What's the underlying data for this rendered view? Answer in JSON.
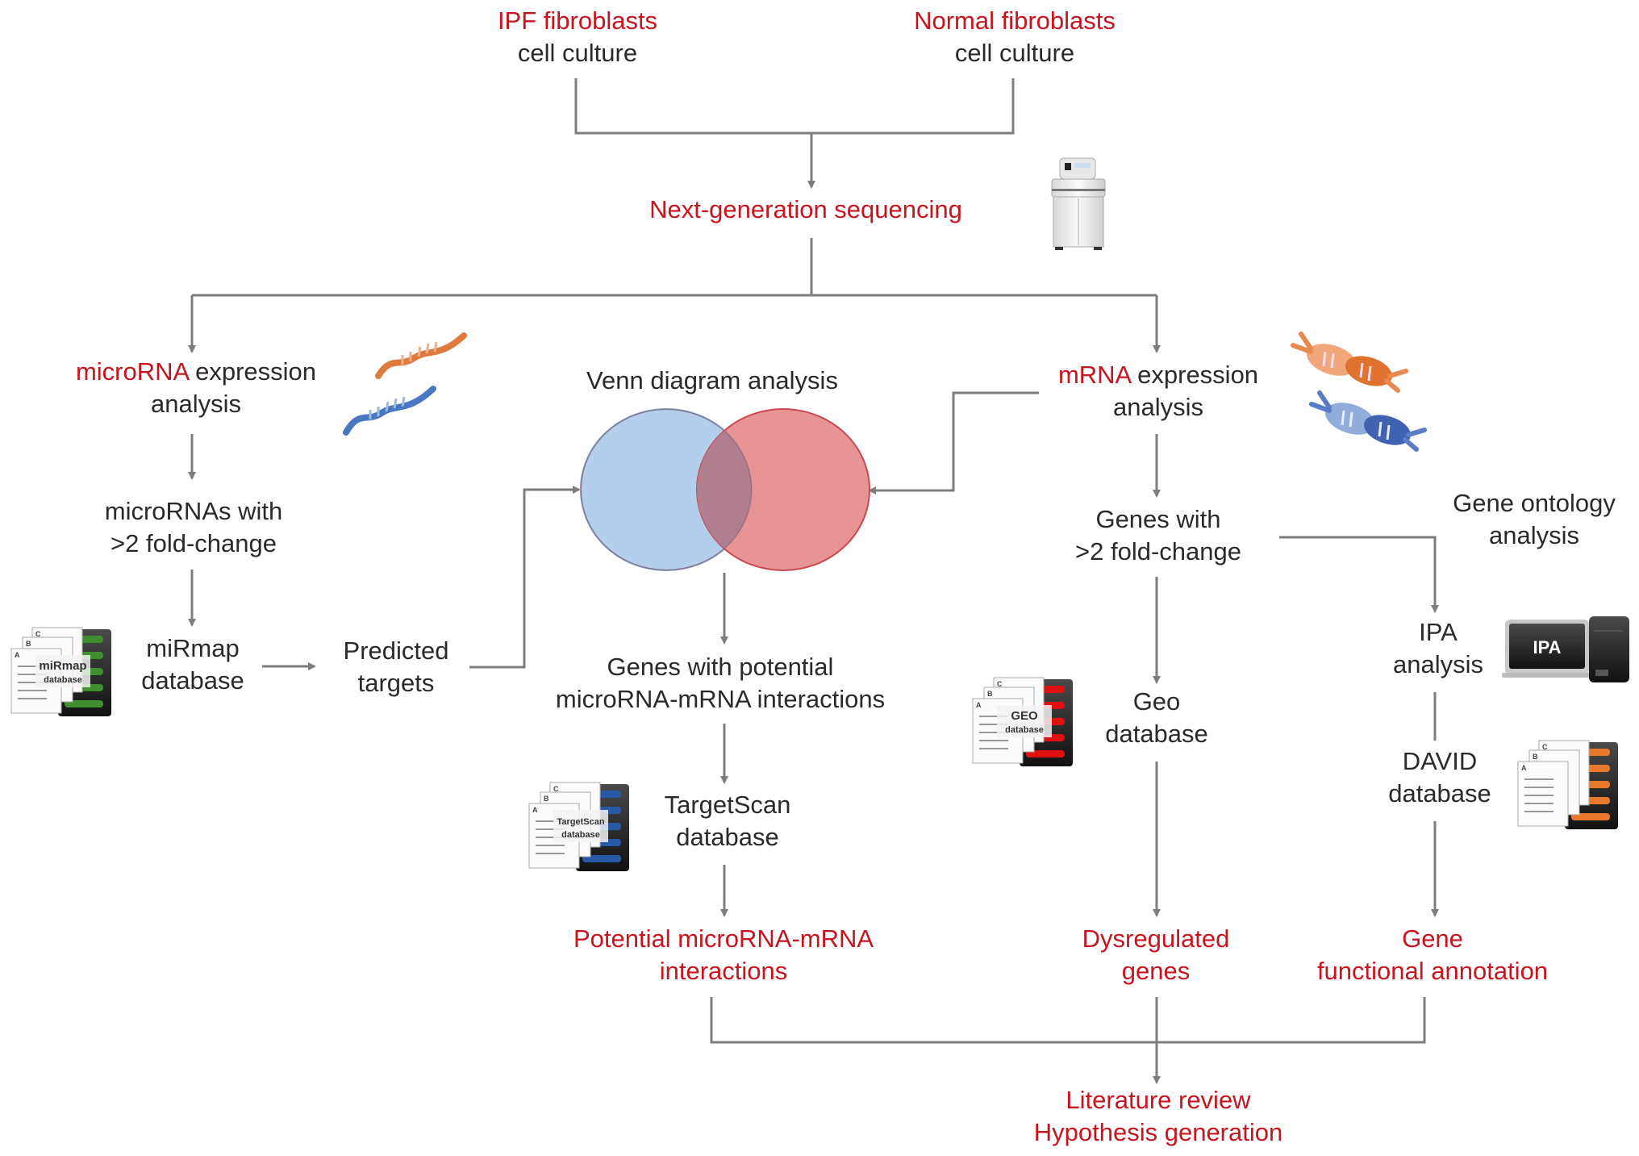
{
  "colors": {
    "highlight_text": "#c8141e",
    "body_text": "#2a2a2a",
    "connector": "#7d7d7d",
    "venn_left_fill": "#b4cfec",
    "venn_left_stroke": "#7c9cc0",
    "venn_right_fill": "#e48585",
    "venn_right_stroke": "#c84a50"
  },
  "nodes": {
    "ipf": {
      "line1": "IPF fibroblasts",
      "line2": "cell culture"
    },
    "normal": {
      "line1": "Normal fibroblasts",
      "line2": "cell culture"
    },
    "ngs": {
      "label": "Next-generation sequencing"
    },
    "microrna_expression": {
      "highlight": "microRNA",
      "rest": " expression",
      "line2": "analysis"
    },
    "mrna_expression": {
      "highlight": "mRNA",
      "rest": " expression",
      "line2": "analysis"
    },
    "venn": {
      "title": "Venn diagram analysis"
    },
    "micrornas_fold": {
      "line1": "microRNAs with",
      "line2": ">2 fold-change"
    },
    "genes_fold": {
      "line1": "Genes with",
      "line2": ">2 fold-change"
    },
    "gene_ontology": {
      "line1": "Gene ontology",
      "line2": "analysis"
    },
    "mirmap": {
      "line1": "miRmap",
      "line2": "database"
    },
    "predicted": {
      "line1": "Predicted",
      "line2": "targets"
    },
    "genes_potential": {
      "line1": "Genes with potential",
      "line2": "microRNA-mRNA interactions"
    },
    "ipa": {
      "line1": "IPA",
      "line2": "analysis"
    },
    "geo": {
      "line1": "Geo",
      "line2": "database"
    },
    "david": {
      "line1": "DAVID",
      "line2": "database"
    },
    "targetscan": {
      "line1": "TargetScan",
      "line2": "database"
    },
    "potential_interactions": {
      "line1": "Potential microRNA-mRNA",
      "line2": "interactions"
    },
    "dysregulated": {
      "line1": "Dysregulated",
      "line2": "genes"
    },
    "gene_functional": {
      "line1": "Gene",
      "line2": "functional annotation"
    },
    "literature": {
      "line1": "Literature review",
      "line2": "Hypothesis generation"
    }
  },
  "icons": {
    "sequencer": "sequencer-icon",
    "microrna_strands": "rna-strand-icon",
    "mrna_helices": "dna-helix-icon",
    "mirmap_db": {
      "name": "database-server-icon",
      "label1": "miRmap",
      "label2": "database",
      "accent": "#3f8f2f"
    },
    "targetscan_db": {
      "name": "database-server-icon",
      "label1": "TargetScan",
      "label2": "database",
      "accent": "#2858a8"
    },
    "geo_db": {
      "name": "database-server-icon",
      "label1": "GEO",
      "label2": "database",
      "accent": "#e01010"
    },
    "david_db": {
      "name": "database-server-icon",
      "accent": "#e8782a"
    },
    "ipa_computer": {
      "name": "computer-icon",
      "label": "IPA"
    }
  }
}
